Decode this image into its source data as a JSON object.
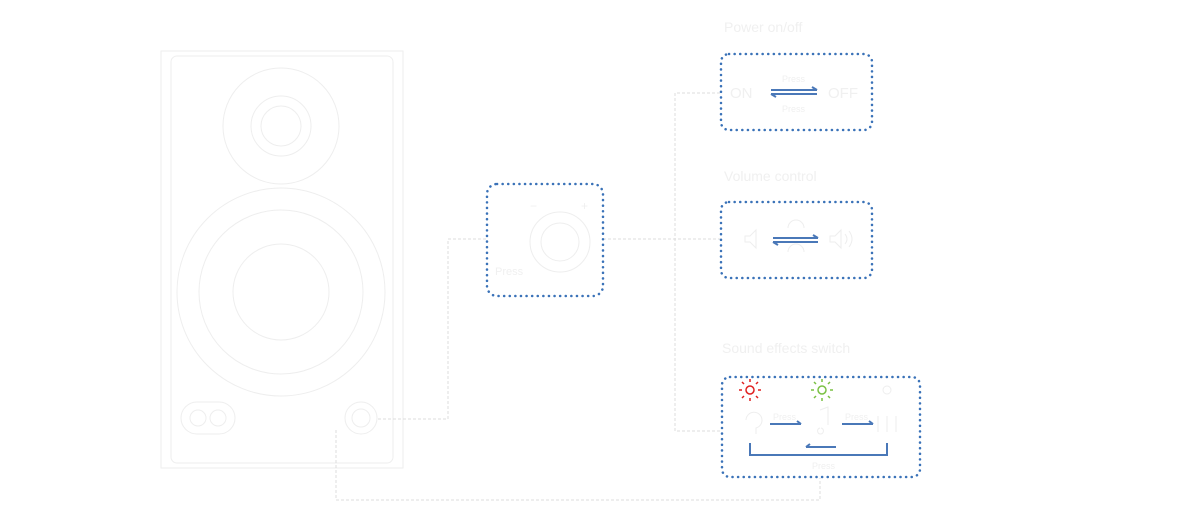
{
  "sections": {
    "power": {
      "title": "Power on/off",
      "on": "ON",
      "off": "OFF",
      "press_top": "Press",
      "press_bottom": "Press"
    },
    "volume": {
      "title": "Volume control"
    },
    "effects": {
      "title": "Sound effects switch",
      "press_1": "Press",
      "press_2": "Press",
      "press_back": "Press",
      "led_colors": [
        "#e02020",
        "#7ac143",
        "#eeeeee"
      ]
    },
    "knob": {
      "label": "Press"
    }
  },
  "colors": {
    "box_border": "#3a72b8",
    "arrow": "#4a78b8",
    "line_art": "#eeeeee"
  }
}
